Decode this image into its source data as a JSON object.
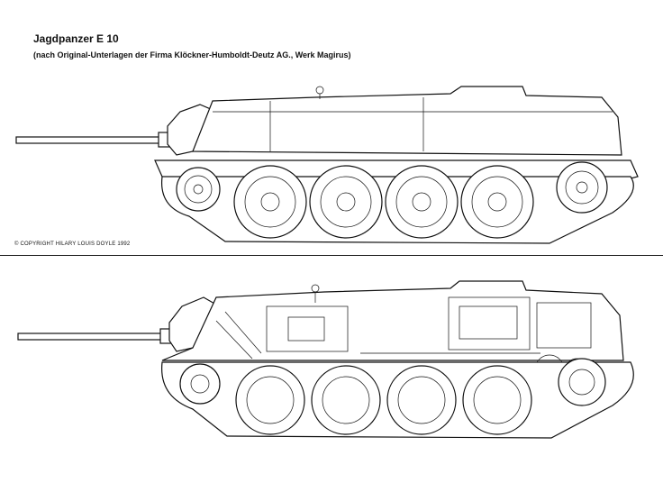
{
  "header": {
    "title": "Jagdpanzer E 10",
    "subtitle": "(nach Original-Unterlagen der Firma Klöckner-Humboldt-Deutz AG., Werk Magirus)"
  },
  "copyright": "© COPYRIGHT HILARY LOUIS DOYLE 1992",
  "views": [
    {
      "name": "exterior-side-view"
    },
    {
      "name": "cutaway-side-view"
    }
  ],
  "colors": {
    "ink": "#111111",
    "paper": "#ffffff"
  }
}
